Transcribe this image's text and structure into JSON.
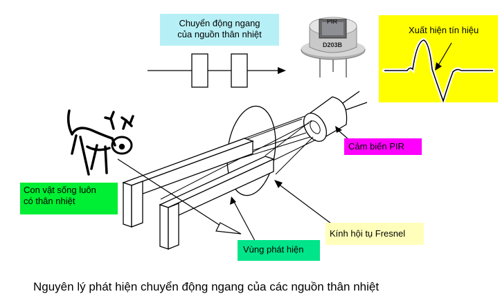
{
  "motion_label": {
    "line1": "Chuyển động ngang",
    "line2": "của nguồn thân nhiệt"
  },
  "sensor_chip": {
    "top_text": "PIR",
    "model": "D203B"
  },
  "signal_label": "Xuất hiện tín hiệu",
  "pir_label": "Cảm biến PIR",
  "animal_label": {
    "line1": "Con vật sống luôn",
    "line2": "có thân nhiệt"
  },
  "lens_label": "Kính hội tụ Fresnel",
  "zone_label": "Vùng phát hiện",
  "caption": "Nguyên lý phát hiện chuyển động ngang của các nguồn thân nhiệt",
  "colors": {
    "motion_label_bg": "#b6f0f6",
    "signal_panel_bg": "#ffff00",
    "pir_label_bg": "#ff00ff",
    "animal_label_bg": "#00ee33",
    "lens_label_bg": "#ffffbb",
    "zone_label_bg": "#00e48a"
  }
}
